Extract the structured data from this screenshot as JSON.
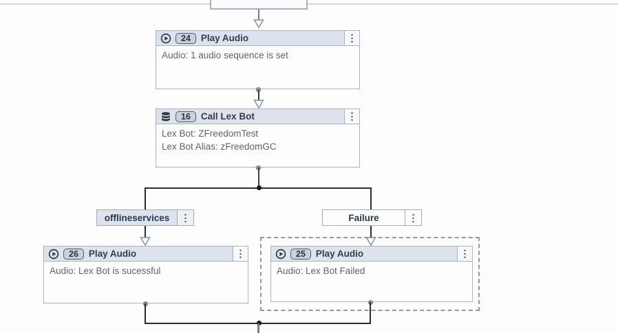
{
  "flow": {
    "nodes": [
      {
        "badge": "24",
        "title": "Play Audio",
        "lines": [
          "Audio: 1 audio sequence is set"
        ]
      },
      {
        "badge": "16",
        "title": "Call Lex Bot",
        "lines": [
          "Lex Bot: ZFreedomTest",
          "Lex Bot Alias: zFreedomGC"
        ]
      },
      {
        "badge": "26",
        "title": "Play Audio",
        "lines": [
          "Audio: Lex Bot is sucessful"
        ]
      },
      {
        "badge": "25",
        "title": "Play Audio",
        "lines": [
          "Audio: Lex Bot Failed"
        ]
      }
    ],
    "branches": [
      {
        "label": "offlineservices"
      },
      {
        "label": "Failure"
      }
    ],
    "kebab_glyph": "⋮"
  },
  "colors": {
    "node_header_bg": "#dde3ec",
    "node_border": "#a7b3c3",
    "badge_bg": "#c9d1da",
    "selection_dashed": "#8d9aac",
    "connector_dark": "#39424c",
    "connector_gray": "#717e8c"
  }
}
